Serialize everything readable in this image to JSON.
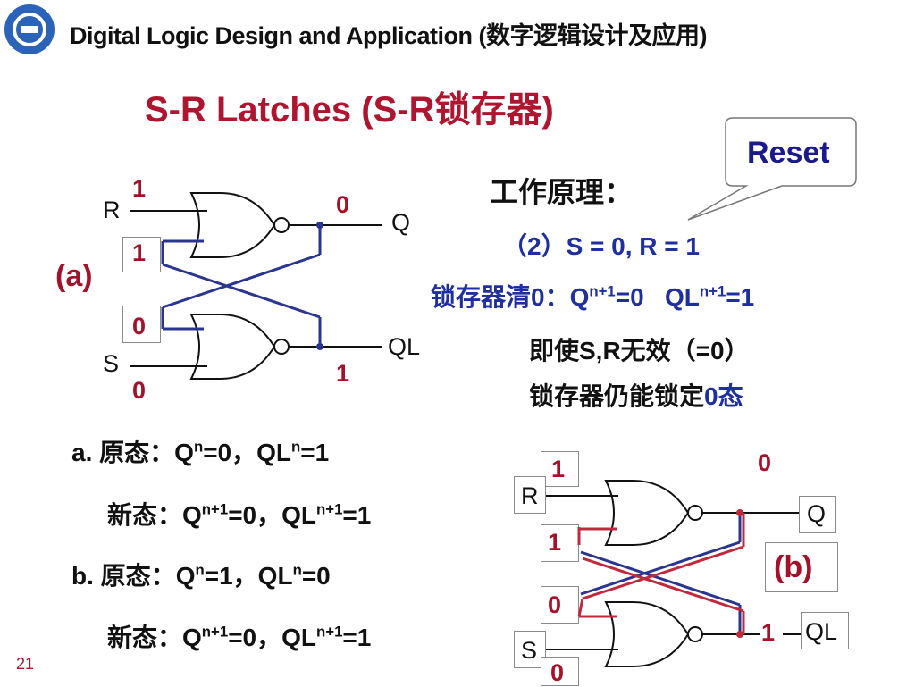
{
  "header": {
    "course_title": "Digital Logic Design and Application (数字逻辑设计及应用)"
  },
  "slide": {
    "title": "S-R Latches (S-R锁存器)",
    "page_number": "21",
    "callout": "Reset",
    "principle_heading": "工作原理：",
    "case_label": "（2）S = 0, R = 1",
    "clear_label": "锁存器清0：",
    "clear_q": "Q",
    "clear_q_sup": "n+1",
    "clear_q_val": "=0",
    "clear_ql": "QL",
    "clear_ql_sup": "n+1",
    "clear_ql_val": "=1",
    "note1": "即使S,R无效（=0）",
    "note2_a": "锁存器仍能锁定",
    "note2_b": "0态"
  },
  "states": {
    "a": {
      "label": "a.",
      "orig": "原态：",
      "q": "Q",
      "q_sup": "n",
      "q_val": "=0，",
      "ql": "QL",
      "ql_sup": "n",
      "ql_val": "=1"
    },
    "a_new": {
      "new": "新态：",
      "q": "Q",
      "q_sup": "n+1",
      "q_val": "=0，",
      "ql": "QL",
      "ql_sup": "n+1",
      "ql_val": "=1"
    },
    "b": {
      "label": "b.",
      "orig": "原态：",
      "q": "Q",
      "q_sup": "n",
      "q_val": "=1，",
      "ql": "QL",
      "ql_sup": "n",
      "ql_val": "=0"
    },
    "b_new": {
      "new": "新态：",
      "q": "Q",
      "q_sup": "n+1",
      "q_val": "=0，",
      "ql": "QL",
      "ql_sup": "n+1",
      "ql_val": "=1"
    }
  },
  "circuit_a": {
    "label": "(a)",
    "r": "R",
    "s": "S",
    "q": "Q",
    "ql": "QL",
    "r_val": "1",
    "r_in_val": "1",
    "s_in_val": "0",
    "s_val": "0",
    "q_val": "0",
    "ql_val": "1"
  },
  "circuit_b": {
    "label": "(b)",
    "r": "R",
    "s": "S",
    "q": "Q",
    "ql": "QL",
    "r_val": "1",
    "r_in_val": "1",
    "s_in_val": "0",
    "s_val": "0",
    "q_val": "0",
    "ql_val": "1"
  },
  "colors": {
    "title": "#b0152f",
    "blue_text": "#1f2fa0",
    "maroon": "#a3122a",
    "wire_blue": "#2a3590",
    "wire_red": "#c0283c"
  }
}
